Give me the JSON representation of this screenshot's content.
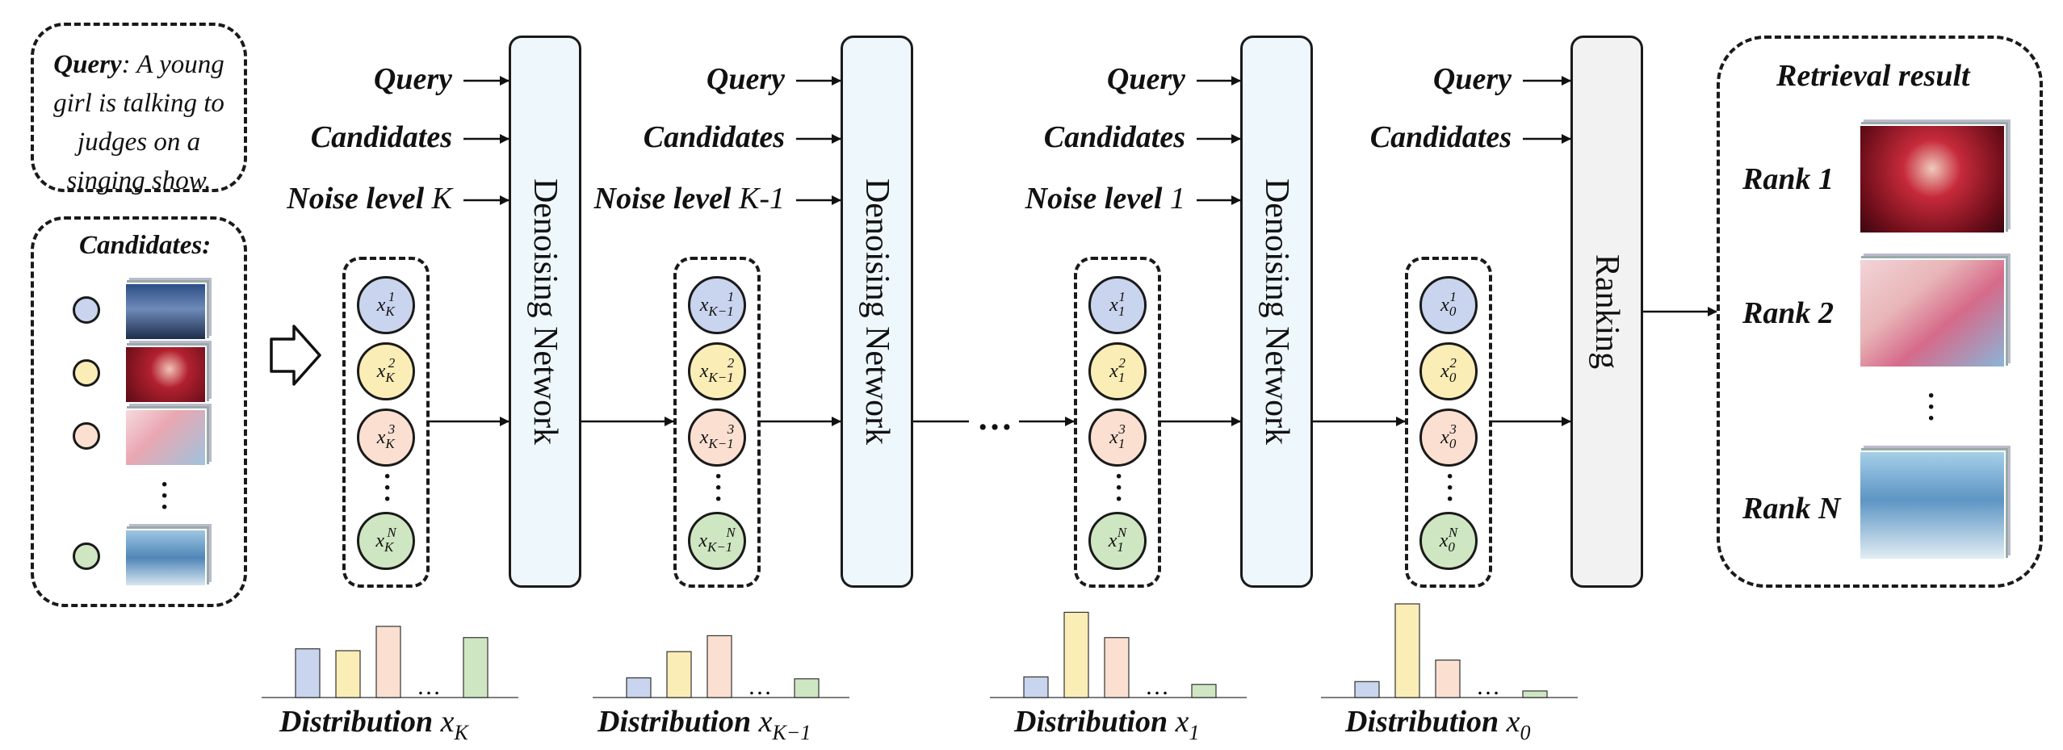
{
  "query_box": {
    "label": "Query",
    "text": ": A young girl is talking to judges on a singing show."
  },
  "candidates_box": {
    "title": "Candidates:"
  },
  "stage_inputs": {
    "query": "Query",
    "candidates": "Candidates",
    "noise_prefix": "Noise level",
    "noise_levels": [
      "K",
      "K-1",
      "1"
    ]
  },
  "network_label": "Denoising Network",
  "ranking_label": "Ranking",
  "ellipsis": "…",
  "result_box": {
    "title": "Retrieval result",
    "ranks": [
      "Rank 1",
      "Rank 2",
      "Rank N"
    ]
  },
  "node_groups": [
    {
      "base": "x",
      "sub": "K",
      "sups": [
        "1",
        "2",
        "3",
        "N"
      ]
    },
    {
      "base": "x",
      "sub": "K−1",
      "sups": [
        "1",
        "2",
        "3",
        "N"
      ]
    },
    {
      "base": "x",
      "sub": "1",
      "sups": [
        "1",
        "2",
        "3",
        "N"
      ]
    },
    {
      "base": "x",
      "sub": "0",
      "sups": [
        "1",
        "2",
        "3",
        "N"
      ]
    }
  ],
  "distribution_prefix": "Distribution",
  "distributions": [
    {
      "var": "x",
      "sub": "K",
      "values": [
        0.52,
        0.5,
        0.76,
        0.64
      ]
    },
    {
      "var": "x",
      "sub": "K−1",
      "values": [
        0.21,
        0.49,
        0.66,
        0.2
      ]
    },
    {
      "var": "x",
      "sub": "1",
      "values": [
        0.22,
        0.91,
        0.64,
        0.14
      ]
    },
    {
      "var": "x",
      "sub": "0",
      "values": [
        0.17,
        1.0,
        0.4,
        0.07
      ]
    }
  ],
  "colors": {
    "blue": "#c9d4ee",
    "yellow": "#fbedb6",
    "pink": "#fbe0d2",
    "green": "#cfe6c2",
    "network_fill": "#eef7fc",
    "ranking_fill": "#f2f2f2"
  }
}
